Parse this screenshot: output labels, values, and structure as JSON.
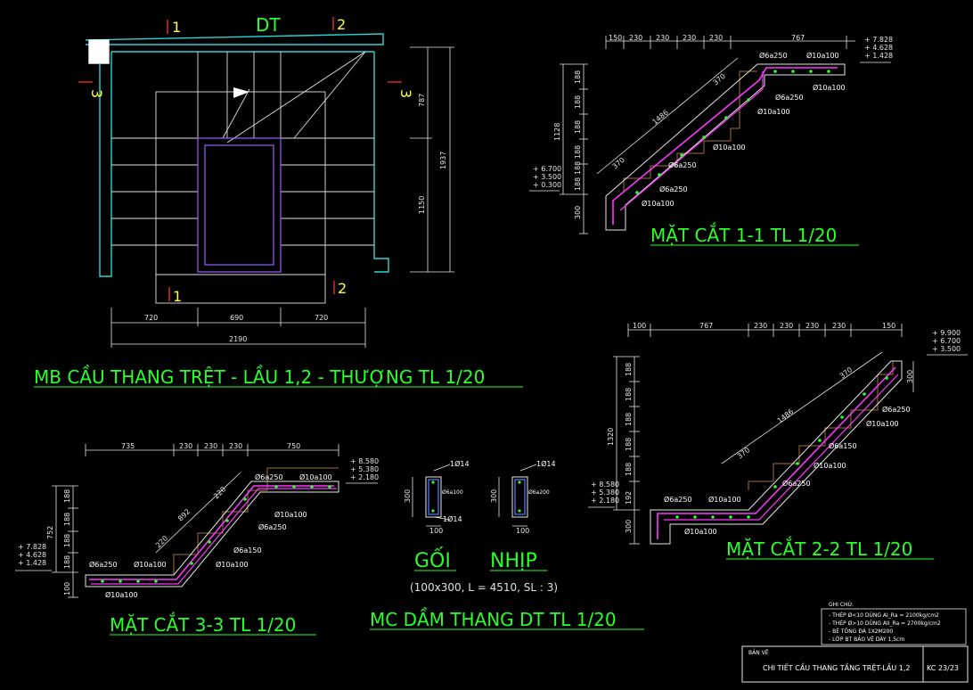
{
  "colors": {
    "background": "#000000",
    "title": "#29ff29",
    "wall": "#2ad4d4",
    "magenta": "#ff35ff",
    "brown": "#a0703a",
    "label": "#ffff3c"
  },
  "plan": {
    "label_dt": "DT",
    "cut_1": "1",
    "cut_2": "2",
    "cut_3": "3",
    "dims_right": [
      "787",
      "1937",
      "1150"
    ],
    "dims_bottom": [
      "720",
      "690",
      "720"
    ],
    "dims_total": "2190",
    "title": "MB CẦU THANG TRỆT - LẦU 1,2 - THƯỢNG TL 1/20"
  },
  "section_11": {
    "top_dims": [
      "150",
      "230",
      "230",
      "230",
      "230",
      "767"
    ],
    "left_dims": [
      "188",
      "188",
      "188",
      "188",
      "1128",
      "188",
      "188",
      "300"
    ],
    "levels_top": [
      "+ 7.828",
      "+ 4.628",
      "+ 1.428"
    ],
    "levels_bottom": [
      "+ 6.700",
      "+ 3.500",
      "+ 0.300"
    ],
    "diag_1": "1486",
    "diag_2": "370",
    "diag_3": "370",
    "rebars": [
      "Ø6a250",
      "Ø10a100",
      "Ø6a250",
      "Ø10a100",
      "Ø10a100",
      "Ø10a100",
      "Ø6a250",
      "Ø6a250",
      "Ø10a100"
    ],
    "title": "MẶT CẮT 1-1  TL 1/20"
  },
  "section_22": {
    "top_dims": [
      "100",
      "767",
      "230",
      "230",
      "230",
      "230",
      "150"
    ],
    "left_dims": [
      "188",
      "188",
      "188",
      "1320",
      "188",
      "188",
      "192",
      "300"
    ],
    "levels_top": [
      "+ 9.900",
      "+ 6.700",
      "+ 3.500"
    ],
    "levels_bottom": [
      "+ 8.580",
      "+ 5.380",
      "+ 2.180"
    ],
    "right_dim": "300",
    "diag_1": "1486",
    "diag_2": "370",
    "diag_3": "370",
    "rebars": [
      "Ø6a250",
      "Ø10a100",
      "Ø6a150",
      "Ø10a100",
      "Ø6a250",
      "Ø6a250",
      "Ø10a100",
      "Ø10a100"
    ],
    "title": "MẶT CẮT 2-2  TL 1/20"
  },
  "section_33": {
    "top_dims": [
      "735",
      "230",
      "230",
      "230",
      "750"
    ],
    "left_dims": [
      "188",
      "188",
      "752",
      "188",
      "188",
      "100"
    ],
    "levels_right": [
      "+ 8.580",
      "+ 5.380",
      "+ 2.180"
    ],
    "levels_left": [
      "+ 7.828",
      "+ 4.628",
      "+ 1.428"
    ],
    "diag_1": "892",
    "diag_2": "220",
    "diag_3": "220",
    "rebars": [
      "Ø6a250",
      "Ø10a100",
      "Ø10a100",
      "Ø6a250",
      "Ø6a150",
      "Ø10a100",
      "Ø6a250",
      "Ø10a100",
      "Ø10a100"
    ],
    "title": "MẶT CẮT 3-3  TL 1/20"
  },
  "beam": {
    "top_bar": "1Ø14",
    "bottom_bar": "1Ø14",
    "stirrup_1": "Ø6a100",
    "stirrup_2": "Ø6a200",
    "height": "300",
    "width": "100",
    "label_support": "GỐI",
    "label_span": "NHỊP",
    "spec": "(100x300, L = 4510, SL : 3)",
    "title": "MC DẦM THANG DT  TL 1/20"
  },
  "notes": {
    "heading": "GHI CHÚ:",
    "lines": [
      "- THÉP Ø<10 DÙNG AI_Ra = 2100kg/cm2",
      "- THÉP Ø>10 DÙNG AII_Ra = 2700kg/cm2",
      "- BÊ TÔNG ĐÁ 1X2M200",
      "- LỚP BT BẢO VỆ DÀY 1,5cm"
    ]
  },
  "titleblock": {
    "label": "BẢN VẼ",
    "drawing_name": "CHI TIẾT CẦU THANG TẦNG TRỆT-LẦU 1,2",
    "sheet": "KC 23/23"
  }
}
